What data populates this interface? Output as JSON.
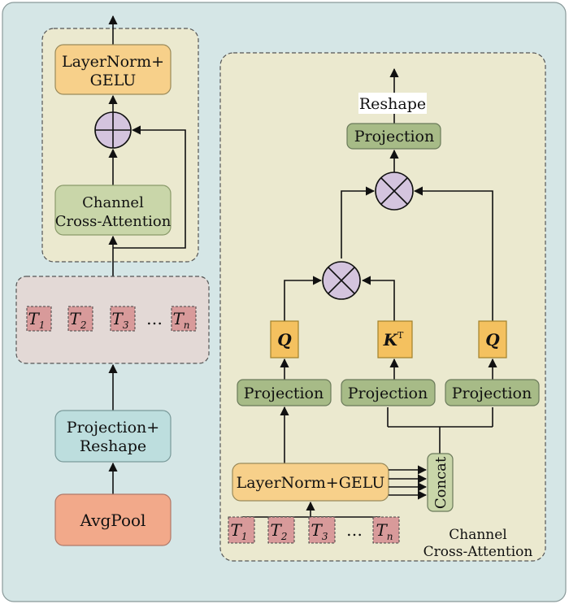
{
  "left": {
    "top_block": {
      "layernorm": [
        "LayerNorm+",
        "GELU"
      ],
      "cross_attention": [
        "Channel",
        "Cross-Attention"
      ]
    },
    "tokens": [
      {
        "base": "T",
        "sub": "1"
      },
      {
        "base": "T",
        "sub": "2"
      },
      {
        "base": "T",
        "sub": "3"
      },
      {
        "base": "…",
        "sub": ""
      },
      {
        "base": "T",
        "sub": "n"
      }
    ],
    "projection_reshape": [
      "Projection+",
      "Reshape"
    ],
    "avgpool": "AvgPool"
  },
  "right": {
    "reshape": "Reshape",
    "projection_top": "Projection",
    "q_left": "Q",
    "kt": {
      "base": "K",
      "sup": "T"
    },
    "q_right": "Q",
    "projections": [
      "Projection",
      "Projection",
      "Projection"
    ],
    "layernorm_gelu": "LayerNorm+GELU",
    "concat": "Concat",
    "tokens": [
      {
        "base": "T",
        "sub": "1"
      },
      {
        "base": "T",
        "sub": "2"
      },
      {
        "base": "T",
        "sub": "3"
      },
      {
        "base": "…",
        "sub": ""
      },
      {
        "base": "T",
        "sub": "n"
      }
    ],
    "caption": [
      "Channel",
      "Cross-Attention"
    ]
  },
  "colors": {
    "outer_bg": "#d5e6e6",
    "panel_bg": "#ebe9cf",
    "token_panel_bg": "#e3d9d6",
    "orange": "#f7d08a",
    "green": "#c9d6a9",
    "green_dark": "#a7bb87",
    "teal": "#bddede",
    "salmon": "#f2a98a",
    "purple": "#d4c4de",
    "token_pink": "#d89a9a",
    "q_orange": "#f4c15f"
  }
}
